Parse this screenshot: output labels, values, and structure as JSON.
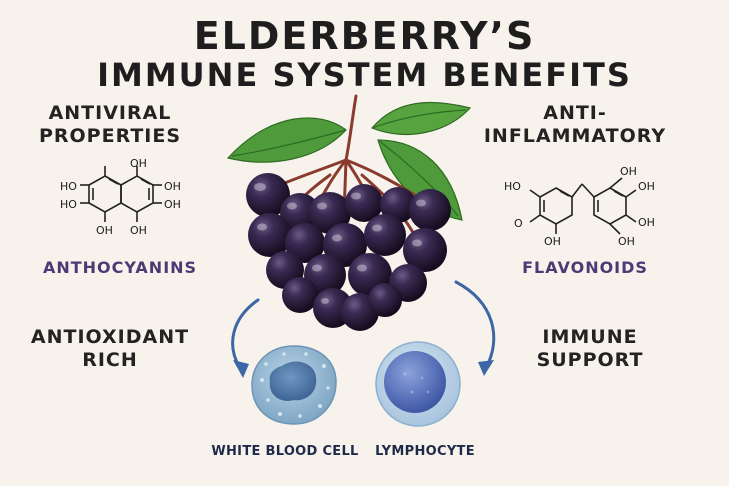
{
  "title": {
    "line1": "ELDERBERRY’S",
    "line2": "IMMUNE SYSTEM BENEFITS"
  },
  "left": {
    "top_label_line1": "ANTIVIRAL",
    "top_label_line2": "PROPERTIES",
    "compound": "ANTHOCYANINS",
    "bottom_label_line1": "ANTIOXIDANT",
    "bottom_label_line2": "RICH"
  },
  "right": {
    "top_label_line1": "ANTI-",
    "top_label_line2": "INFLAMMATORY",
    "compound": "FLAVONOIDS",
    "bottom_label_line1": "IMMUNE",
    "bottom_label_line2": "SUPPORT"
  },
  "cells": {
    "left_label": "WHITE BLOOD CELL",
    "right_label": "LYMPHOCYTE"
  },
  "molecule_groups": {
    "oh": "OH",
    "ho": "HO",
    "o": "O"
  },
  "colors": {
    "background": "#f7f3ec",
    "berry": "#2e1f3d",
    "leaf": "#4f9a3a",
    "stem": "#8a3b2e",
    "arrow": "#3d66a6",
    "compound_text": "#4b3a73",
    "wbc": "#8fb4cf",
    "lymphocyte": "#5a78c2"
  },
  "icons": [
    "anthocyanin-molecule-icon",
    "flavonoid-molecule-icon",
    "elderberry-cluster-icon",
    "white-blood-cell-icon",
    "lymphocyte-icon",
    "curved-arrow-icon"
  ]
}
